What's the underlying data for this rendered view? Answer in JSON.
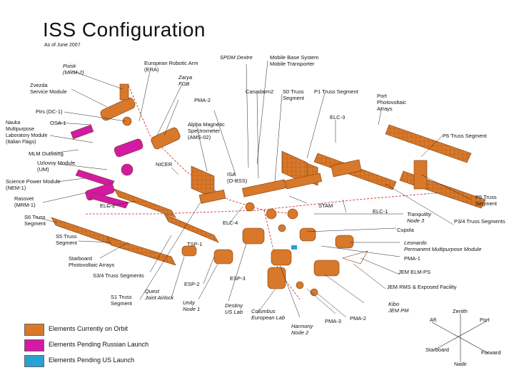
{
  "title": "ISS Configuration",
  "subtitle": "As of June 2007",
  "colors": {
    "orbit": "#d8782a",
    "russian": "#d21aa5",
    "us": "#2aa2d0",
    "leader": "#222222",
    "axis": "#cc2222"
  },
  "labels": [
    {
      "id": "pirs",
      "text": "Pirs (DC-1)"
    },
    {
      "id": "poisk",
      "text": "Poisk\n(MRM-2)"
    },
    {
      "id": "zvezda",
      "text": "Zvezda\nService Module"
    },
    {
      "id": "osa",
      "text": "OSA-1"
    },
    {
      "id": "nauka",
      "text": "Nauka\nMultipurpose\nLaboratory Module\n(Italian Flags)"
    },
    {
      "id": "mlm",
      "text": "MLM Outfitting"
    },
    {
      "id": "uzlovoy",
      "text": "Uzlovoy Module\n(UM)"
    },
    {
      "id": "spm",
      "text": "Science Power Module\n(NEM-1)"
    },
    {
      "id": "rassvet",
      "text": "Rassvet\n(MRM-1)"
    },
    {
      "id": "s6",
      "text": "S6 Truss\nSegment"
    },
    {
      "id": "s5",
      "text": "S5 Truss\nSegment"
    },
    {
      "id": "starboard",
      "text": "Starboard\nPhotovoltaic Arrays"
    },
    {
      "id": "s34",
      "text": "S3/4 Truss Segments"
    },
    {
      "id": "s1",
      "text": "S1 Truss\nSegment"
    },
    {
      "id": "quest",
      "text": "Quest\nJoint Airlock"
    },
    {
      "id": "unity",
      "text": "Unity\nNode 1"
    },
    {
      "id": "destiny",
      "text": "Destiny\nUS Lab"
    },
    {
      "id": "columbus",
      "text": "Columbus\nEuropean Lab"
    },
    {
      "id": "harmony",
      "text": "Harmony\nNode 2"
    },
    {
      "id": "pma3",
      "text": "PMA-3"
    },
    {
      "id": "pma2",
      "text": "PMA-2"
    },
    {
      "id": "kibo",
      "text": "Kibo\nJEM PM"
    },
    {
      "id": "jemrms",
      "text": "JEM RMS & Exposed Facility"
    },
    {
      "id": "jemelmps",
      "text": "JEM ELM-PS"
    },
    {
      "id": "pma1",
      "text": "PMA-1"
    },
    {
      "id": "leonardo",
      "text": "Leonardo\nPermanent Multipurpose Module"
    },
    {
      "id": "cupola",
      "text": "Cupola"
    },
    {
      "id": "tranquility",
      "text": "Tranquility\nNode 3"
    },
    {
      "id": "p34",
      "text": "P3/4 Truss Segments"
    },
    {
      "id": "p5",
      "text": "P5 Truss\nSegment"
    },
    {
      "id": "p6",
      "text": "P6 Truss Segment"
    },
    {
      "id": "portpv",
      "text": "Port\nPhotovoltaic\nArrays"
    },
    {
      "id": "p1",
      "text": "P1 Truss Segment"
    },
    {
      "id": "s0",
      "text": "S0 Truss\nSegment"
    },
    {
      "id": "canadarm2",
      "text": "Canadarm2"
    },
    {
      "id": "mbs",
      "text": "Mobile Base System\nMobile Transporter"
    },
    {
      "id": "spdm",
      "text": "SPDM Dextre"
    },
    {
      "id": "ams",
      "text": "Alpha Magnetic\nSpectrometer\n(AMS-02)"
    },
    {
      "id": "pma2top",
      "text": "PMA-2"
    },
    {
      "id": "zarya",
      "text": "Zarya\nFGB"
    },
    {
      "id": "era",
      "text": "European Robotic Arm\n(ERA)"
    },
    {
      "id": "nicer",
      "text": "NICER"
    },
    {
      "id": "elc2",
      "text": "ELC-2"
    },
    {
      "id": "elc4",
      "text": "ELC-4"
    },
    {
      "id": "esp3",
      "text": "ESP-3"
    },
    {
      "id": "esp2",
      "text": "ESP-2"
    },
    {
      "id": "tsp",
      "text": "TSP-1"
    },
    {
      "id": "bea",
      "text": "ISA\n(O-BSS)"
    },
    {
      "id": "elc1",
      "text": "ELC-1"
    },
    {
      "id": "elc3",
      "text": "ELC-3"
    },
    {
      "id": "stam",
      "text": "STAM"
    }
  ],
  "legend": [
    {
      "text": "Elements Currently on Orbit",
      "color": "#d8782a"
    },
    {
      "text": "Elements Pending Russian Launch",
      "color": "#d21aa5"
    },
    {
      "text": "Elements Pending US Launch",
      "color": "#2aa2d0"
    }
  ],
  "compass": {
    "zenith": "Zenith",
    "nadir": "Nadir",
    "aft": "Aft",
    "forward": "Forward",
    "port": "Port",
    "starboard": "Starboard"
  }
}
